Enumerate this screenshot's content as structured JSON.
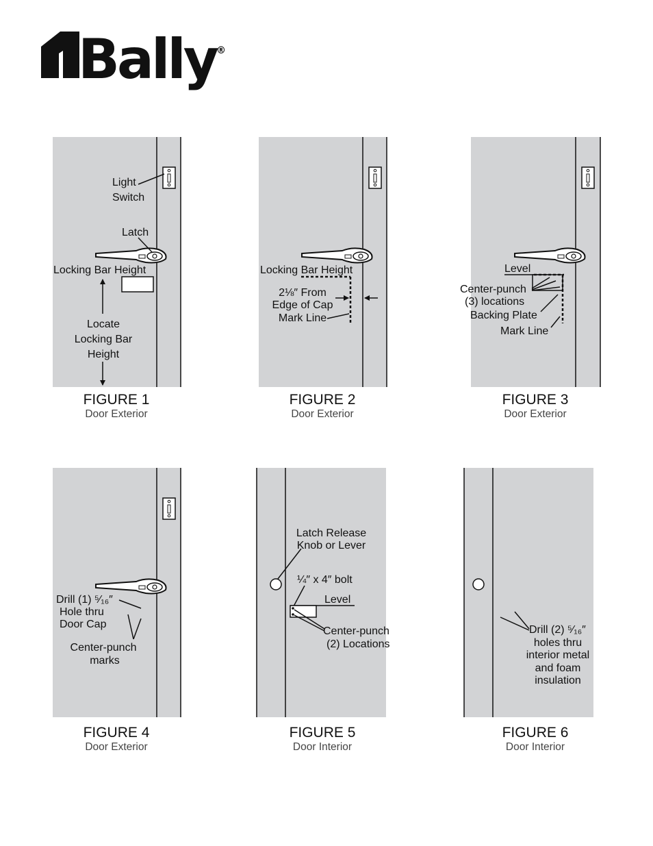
{
  "brand": {
    "name": "Bally",
    "registered": "®"
  },
  "colors": {
    "door_fill": "#d2d3d5",
    "ink": "#111111",
    "subtitle": "#444444"
  },
  "figures": [
    {
      "title": "FIGURE 1",
      "subtitle": "Door Exterior",
      "labels": {
        "light": "Light",
        "switch": "Switch",
        "latch": "Latch",
        "locking_bar_height": "Locking Bar Height",
        "locate": "Locate",
        "locking_bar": "Locking Bar",
        "height": "Height"
      }
    },
    {
      "title": "FIGURE 2",
      "subtitle": "Door Exterior",
      "labels": {
        "locking_bar_height": "Locking Bar Height",
        "from": "2⅛″ From",
        "edge_of_cap": "Edge of Cap",
        "mark_line": "Mark Line"
      }
    },
    {
      "title": "FIGURE 3",
      "subtitle": "Door Exterior",
      "labels": {
        "level": "Level",
        "center_punch": "Center-punch",
        "three_locations": "(3) locations",
        "backing_plate": "Backing Plate",
        "mark_line": "Mark Line"
      }
    },
    {
      "title": "FIGURE 4",
      "subtitle": "Door Exterior",
      "labels": {
        "drill": "Drill (1) ⁵⁄₁₆″",
        "hole_thru": "Hole thru",
        "door_cap": "Door Cap",
        "center_punch": "Center-punch",
        "marks": "marks"
      }
    },
    {
      "title": "FIGURE 5",
      "subtitle": "Door Interior",
      "labels": {
        "latch_release": "Latch Release",
        "knob_or_lever": "Knob or Lever",
        "bolt": "¼″ x 4″ bolt",
        "level": "Level",
        "center_punch": "Center-punch",
        "two_locations": "(2) Locations"
      }
    },
    {
      "title": "FIGURE 6",
      "subtitle": "Door Interior",
      "labels": {
        "drill": "Drill (2) ⁵⁄₁₆″",
        "holes_thru": "holes thru",
        "interior_metal": "interior metal",
        "and_foam": "and foam",
        "insulation": "insulation"
      }
    }
  ]
}
